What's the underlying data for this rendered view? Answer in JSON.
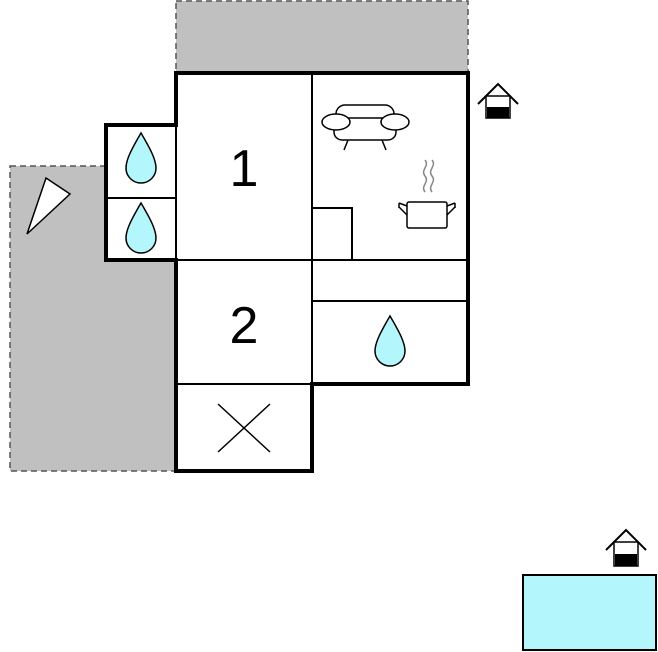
{
  "floorplan": {
    "rooms": [
      {
        "id": "bedroom-1",
        "label": "1"
      },
      {
        "id": "bedroom-2",
        "label": "2"
      }
    ],
    "icons": {
      "living": "sofa-icon",
      "kitchen": "cooking-pot-icon",
      "bathroom": "water-drop-icon",
      "stairs": "cross-icon",
      "terrace": "sun-shade-icon",
      "entrance": "house-entrance-icon",
      "pool_entrance": "house-entrance-icon"
    },
    "colors": {
      "wall": "#000000",
      "outdoor_area": "#c0c0c0",
      "water": "#b3f7fd",
      "room": "#ffffff"
    }
  }
}
